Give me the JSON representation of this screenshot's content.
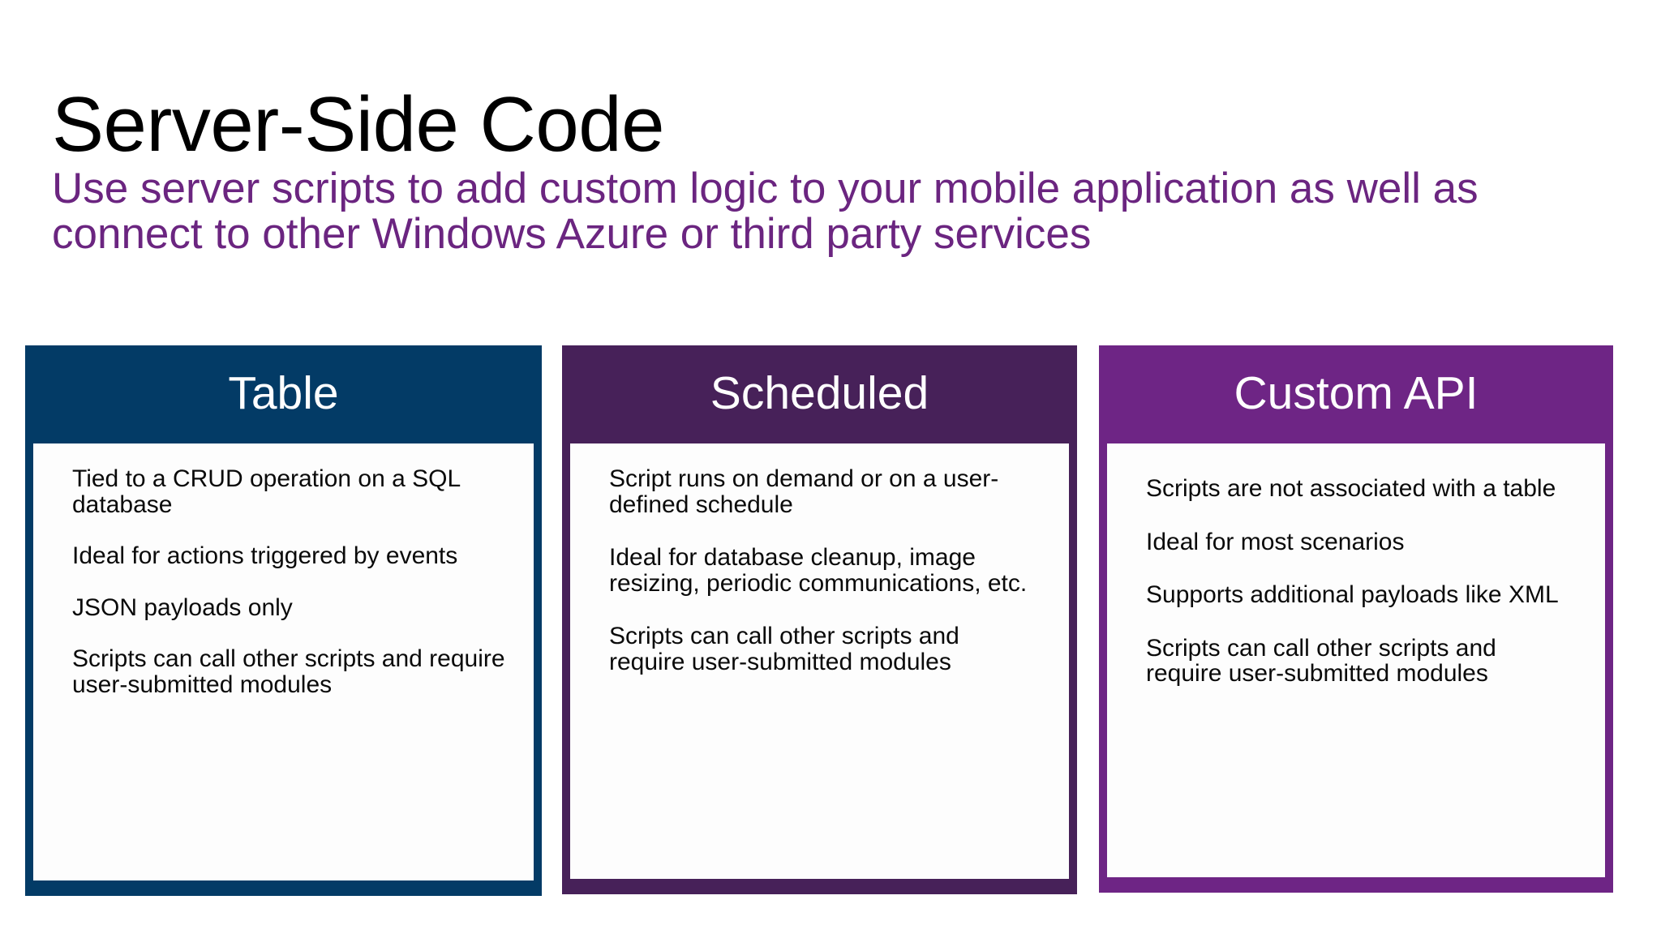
{
  "slide": {
    "title": "Server-Side Code",
    "subtitle": "Use server scripts to add custom logic to your mobile application as well as connect to other Windows Azure or third party services",
    "colors": {
      "title_text": "#000000",
      "subtitle_text": "#6b2580",
      "card_1_accent": "#033b66",
      "card_2_accent": "#472159",
      "card_3_accent": "#6e2585",
      "card_body_bg": "#fdfdfd",
      "body_text": "#0a0a0a",
      "header_text": "#ffffff",
      "slide_bg": "#ffffff"
    }
  },
  "cards": [
    {
      "id": "table",
      "header": "Table",
      "accent": "#033b66",
      "bullets": [
        "Tied to a CRUD operation on a SQL database",
        "Ideal for actions triggered by events",
        "JSON payloads only",
        "Scripts can call other scripts and require user-submitted modules"
      ]
    },
    {
      "id": "scheduled",
      "header": "Scheduled",
      "accent": "#472159",
      "bullets": [
        "Script runs on demand or on a user-defined schedule",
        "Ideal for database cleanup, image resizing, periodic communications, etc.",
        "Scripts can call other scripts and require user-submitted modules"
      ]
    },
    {
      "id": "custom-api",
      "header": "Custom API",
      "accent": "#6e2585",
      "bullets": [
        "Scripts are not associated with a table",
        "Ideal for most scenarios",
        "Supports additional payloads like XML",
        "Scripts can call other scripts and require user-submitted modules"
      ]
    }
  ]
}
